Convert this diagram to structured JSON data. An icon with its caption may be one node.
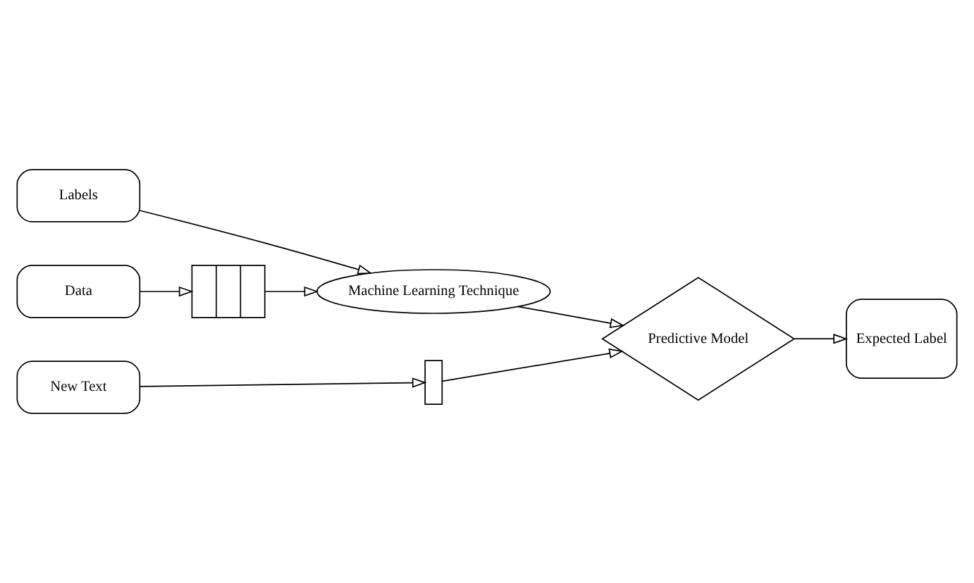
{
  "diagram": {
    "nodes": [
      {
        "text": [
          "Data"
        ]
      },
      {
        "text": [],
        "shape": "bar"
      },
      {
        "text": [
          "Labels"
        ]
      },
      {
        "text": [
          "Machine Learning Technique"
        ]
      },
      {
        "text": [
          "Predictive Model"
        ]
      },
      {
        "text": [
          "New Text"
        ]
      },
      {
        "text": [],
        "shape": "bar"
      },
      {
        "text": [
          "Expected Label"
        ]
      }
    ],
    "edges": [
      {
        "from": 0,
        "to": 1,
        "arrow": "to"
      },
      {
        "from": 1,
        "to": 3,
        "arrow": "to"
      },
      {
        "from": 2,
        "to": 3,
        "arrow": "to"
      },
      {
        "from": 3,
        "to": 4,
        "arrow": "to"
      },
      {
        "from": 5,
        "to": 6,
        "arrow": "to"
      },
      {
        "from": 6,
        "to": 4,
        "arrow": "to"
      },
      {
        "from": 4,
        "to": 7,
        "arrow": "to"
      }
    ]
  }
}
